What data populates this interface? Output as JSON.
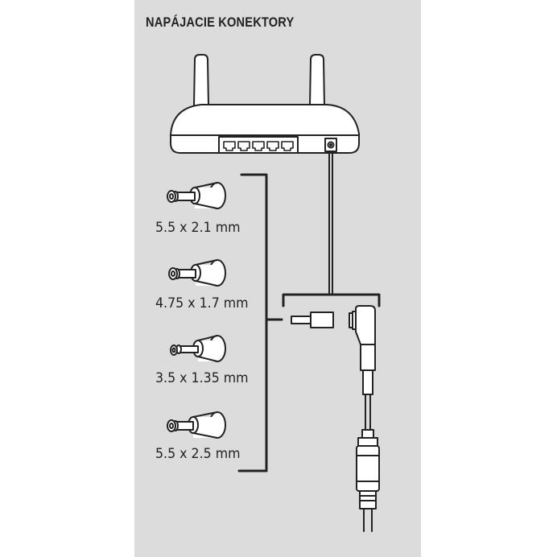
{
  "title": "NAPÁJACIE KONEKTORY",
  "connectors": [
    {
      "label": "5.5 x 2.1 mm"
    },
    {
      "label": "4.75 x 1.7 mm"
    },
    {
      "label": "3.5 x 1.35 mm"
    },
    {
      "label": "5.5 x 2.5 mm"
    }
  ],
  "colors": {
    "panel": "#dcdcdc",
    "stroke": "#222222",
    "fill": "#ffffff"
  }
}
